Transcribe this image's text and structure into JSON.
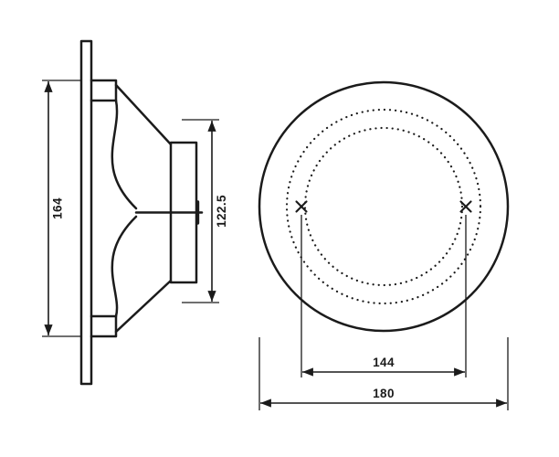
{
  "colors": {
    "line": "#1b1b1b",
    "background": "#ffffff"
  },
  "side_view": {
    "height_dim": "164",
    "depth_dim": "122.5"
  },
  "front_view": {
    "bolt_circle_dim": "144",
    "outer_diameter_dim": "180"
  }
}
